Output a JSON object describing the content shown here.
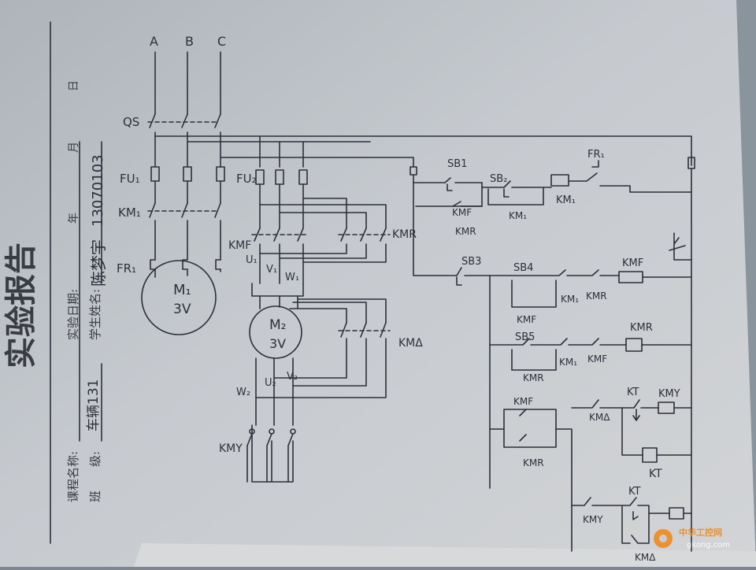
{
  "header": {
    "title": "实验报告",
    "course_label": "课程名称:",
    "course_value": "",
    "class_label": "班　　级:",
    "class_value": "车辆131",
    "date_label": "实验日期:",
    "date_value": "13070103",
    "student_label": "学生姓名:",
    "student_value": "陈梦宇",
    "year_label": "年",
    "month_label": "月",
    "day_label": "日"
  },
  "power": {
    "phases": [
      "A",
      "B",
      "C"
    ],
    "switch": "QS"
  },
  "motor1": {
    "fuse": "FU₁",
    "contactor": "KM₁",
    "relay": "FR₁",
    "name": "M₁",
    "rating": "3V"
  },
  "motor2": {
    "fuse": "FU₂",
    "forward": "KMF",
    "reverse": "KMR",
    "delta": "KMΔ",
    "star": "KMY",
    "name": "M₂",
    "rating": "3V",
    "terminals": [
      "U₁",
      "V₁",
      "W₁",
      "U₂",
      "V₂",
      "W₂"
    ]
  },
  "control": {
    "labels": {
      "sb1": "SB1",
      "sb2": "SB₂",
      "sb3": "SB3",
      "sb4": "SB4",
      "sb5": "SB5",
      "fr1": "FR₁",
      "km1_coil": "KM₁",
      "km1_aux": "KM₁",
      "kmf_aux": "KMF",
      "kmr_aux": "KMR",
      "row2_km1": "KM₁",
      "row2_kmr": "KMR",
      "row2_kmf_coil": "KMF",
      "row2_kmf_aux": "KMF",
      "row3_km1": "KM₁",
      "row3_kmf": "KMF",
      "row3_kmr_coil": "KMR",
      "row3_kmr_aux": "KMR",
      "row4_kmf": "KMF",
      "row4_kmr": "KMR",
      "row4_kmd": "KMΔ",
      "row4_kt": "KT",
      "row4_kmy": "KMY",
      "kt_coil": "KT",
      "row5_kmy": "KMY",
      "row5_kt": "KT",
      "row5_kmd": "KMΔ"
    }
  },
  "watermark": {
    "brand": "中华工控网",
    "url": "gkong.com"
  },
  "colors": {
    "paper": "#c9cdd1",
    "ink": "#2d2f3a",
    "watermark_orange": "#f08a1c"
  }
}
